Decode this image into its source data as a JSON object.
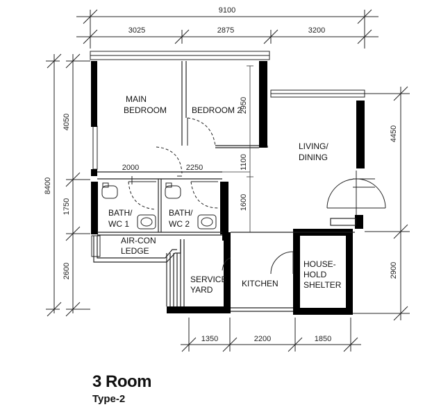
{
  "title": "3 Room",
  "subtitle": "Type-2",
  "dimensions": {
    "overall_width": "9100",
    "top": [
      "3025",
      "2875",
      "3200"
    ],
    "bottom": [
      "1350",
      "2200",
      "1850"
    ],
    "left_overall": "8400",
    "left": [
      "4050",
      "1750",
      "2600"
    ],
    "right": [
      "4450",
      "2900"
    ],
    "interior_h": [
      "2000",
      "2250"
    ],
    "interior_v": [
      "2950",
      "1100",
      "1600"
    ]
  },
  "rooms": {
    "main_bedroom": [
      "MAIN",
      "BEDROOM"
    ],
    "bedroom_2": "BEDROOM 2",
    "living_dining": [
      "LIVING/",
      "DINING"
    ],
    "bath_1": [
      "BATH/",
      "WC 1"
    ],
    "bath_2": [
      "BATH/",
      "WC 2"
    ],
    "aircon": [
      "AIR-CON",
      "LEDGE"
    ],
    "service_yard": [
      "SERVICE",
      "YARD"
    ],
    "kitchen": "KITCHEN",
    "shelter": [
      "HOUSE-",
      "HOLD",
      "SHELTER"
    ]
  },
  "colors": {
    "wall": "#000000",
    "line": "#222222"
  }
}
